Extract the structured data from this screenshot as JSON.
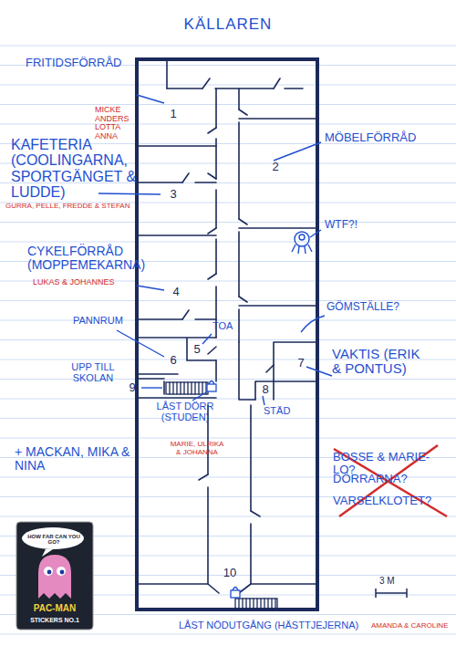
{
  "diagram": {
    "title": "KÄLLAREN",
    "nodes": [
      {
        "text": [
          "1"
        ]
      },
      {
        "text": [
          "2"
        ]
      },
      {
        "text": [
          "3"
        ]
      },
      {
        "text": [
          "4"
        ]
      },
      {
        "text": [
          "5"
        ]
      },
      {
        "text": [
          "6"
        ]
      },
      {
        "text": [
          "7"
        ]
      },
      {
        "text": [
          "8"
        ]
      },
      {
        "text": [
          "9"
        ]
      },
      {
        "text": [
          "10"
        ]
      }
    ],
    "labels": [
      "FRITIDSFÖRRÅD",
      "KAFETERIA (COOLINGARNA, SPORTGÄNGET & LUDDE)",
      "MICKE ANDERS LOTTA ANNA",
      "GURRA, PELLE, FREDDE & STEFAN",
      "MÖBELFÖRRÅD",
      "WTF?!",
      "CYKELFÖRRÅD (MOPPEMEKARNA)",
      "LUKAS & JOHANNES",
      "GÖMSTÄLLE?",
      "PANNRUM",
      "TOA",
      "VAKTIS (ERIK & PONTUS)",
      "UPP TILL SKOLAN",
      "STÄD",
      "LÅST DÖRR (STUDEN)",
      "MARIE, ULRIKA & JOHANNA",
      "+ MACKAN, MIKA & NINA",
      "BOSSE & MARIE-LO?",
      "DÖRRARNA?",
      "VARSELKLOTET?",
      "3 M",
      "LÅST NÖDUTGÅNG (HÄSTTJEJERNA)",
      "AMANDA & CAROLINE",
      "HOW FAR CAN YOU GO?",
      "PAC-MAN",
      "STICKERS NO.1"
    ]
  }
}
